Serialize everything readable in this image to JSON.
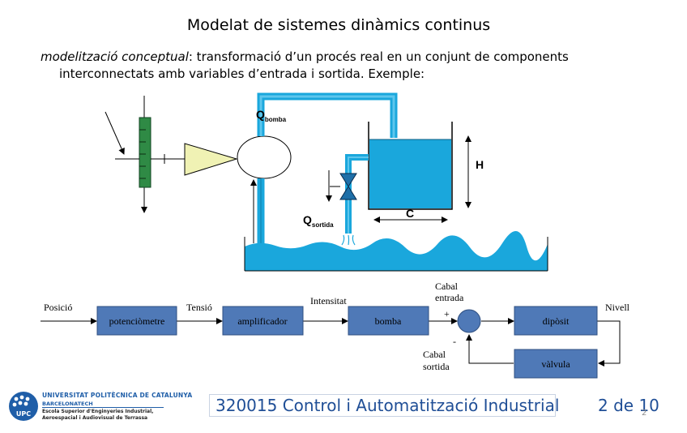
{
  "slide": {
    "title": "Modelat de sistemes dinàmics continus",
    "intro_term": "modelització conceptual",
    "intro_rest_1": ": transformació d’un procés real en un conjunt de components",
    "intro_rest_2": "interconnectats amb variables d’entrada i sortida. Exemple:"
  },
  "process_drawing": {
    "q_bomba_main": "Q",
    "q_bomba_sub": "bomba",
    "q_sortida_main": "Q",
    "q_sortida_sub": "sortida",
    "height_label": "H",
    "width_label": "C"
  },
  "block_diagram": {
    "signals": {
      "posicio": "Posició",
      "tensio": "Tensió",
      "intensitat": "Intensitat",
      "cabal_entrada_1": "Cabal",
      "cabal_entrada_2": "entrada",
      "cabal_sortida_1": "Cabal",
      "cabal_sortida_2": "sortida",
      "nivell": "Nivell",
      "plus": "+",
      "minus": "-"
    },
    "blocks": {
      "potenciometre": "potenciòmetre",
      "amplificador": "amplificador",
      "bomba": "bomba",
      "diposit": "dipòsit",
      "valvula": "vàlvula"
    }
  },
  "footer": {
    "course": "320015 Control i Automatització Industrial",
    "page_count": "2 de 10",
    "page_number": "2",
    "logo_line1": "UNIVERSITAT POLITÈCNICA DE CATALUNYA",
    "logo_line2": "BARCELONATECH",
    "logo_line3": "Escola Superior d'Enginyeries Industrial,",
    "logo_line4": "Aeroespacial i Audiovisual de Terrassa",
    "logo_mark": "UPC"
  },
  "colors": {
    "water": "#1aa7dc",
    "pipe_light": "#7ad3f3",
    "block_fill": "#4f79b7",
    "block_stroke": "#2f4f80",
    "pot_green": "#2f8a45",
    "amp_fill": "#f0f2b4",
    "upc_blue": "#1f5ea8",
    "footer_text": "#1f4e96"
  }
}
